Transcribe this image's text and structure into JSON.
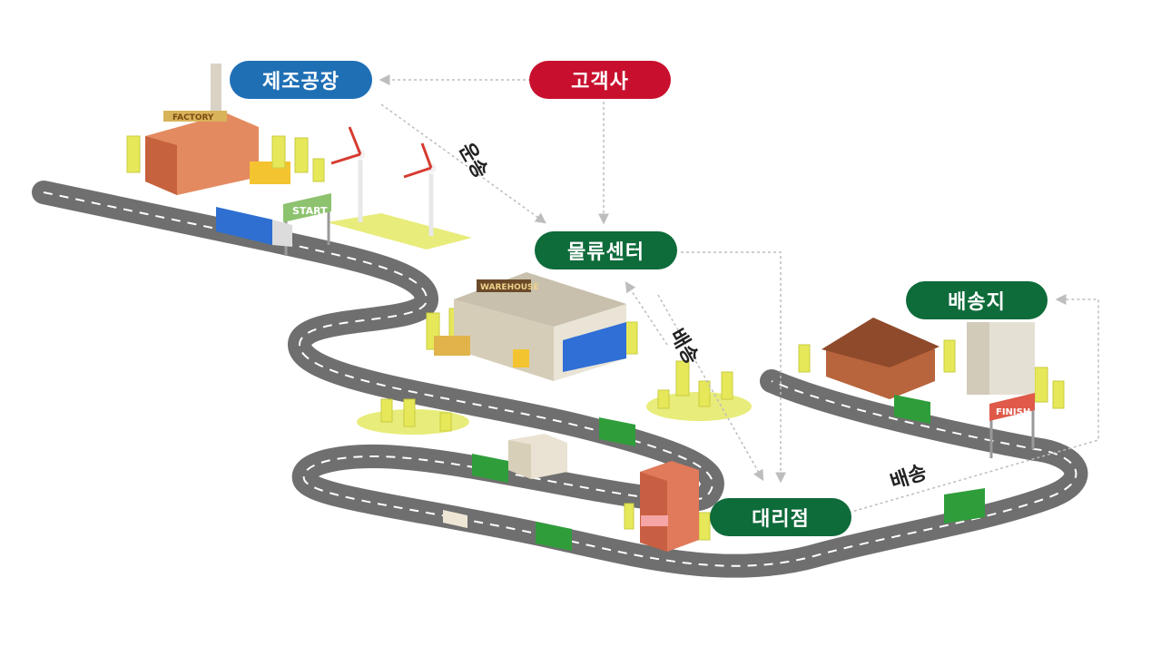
{
  "nodes": {
    "factory": "제조공장",
    "customer": "고객사",
    "logistics": "물류센터",
    "destination": "배송지",
    "dealer": "대리점"
  },
  "flows": {
    "transport": "운송",
    "delivery_1": "배송",
    "delivery_2": "배송"
  },
  "signs": {
    "factory_sign": "FACTORY",
    "start": "START",
    "warehouse": "WAREHOUSE",
    "finish": "FINISH"
  },
  "colors": {
    "factory_pill": "#1f6fb5",
    "customer_pill": "#c8102e",
    "green_pill": "#0e6b3a",
    "road": "#6f6f6f",
    "tree": "#e6e85a"
  }
}
